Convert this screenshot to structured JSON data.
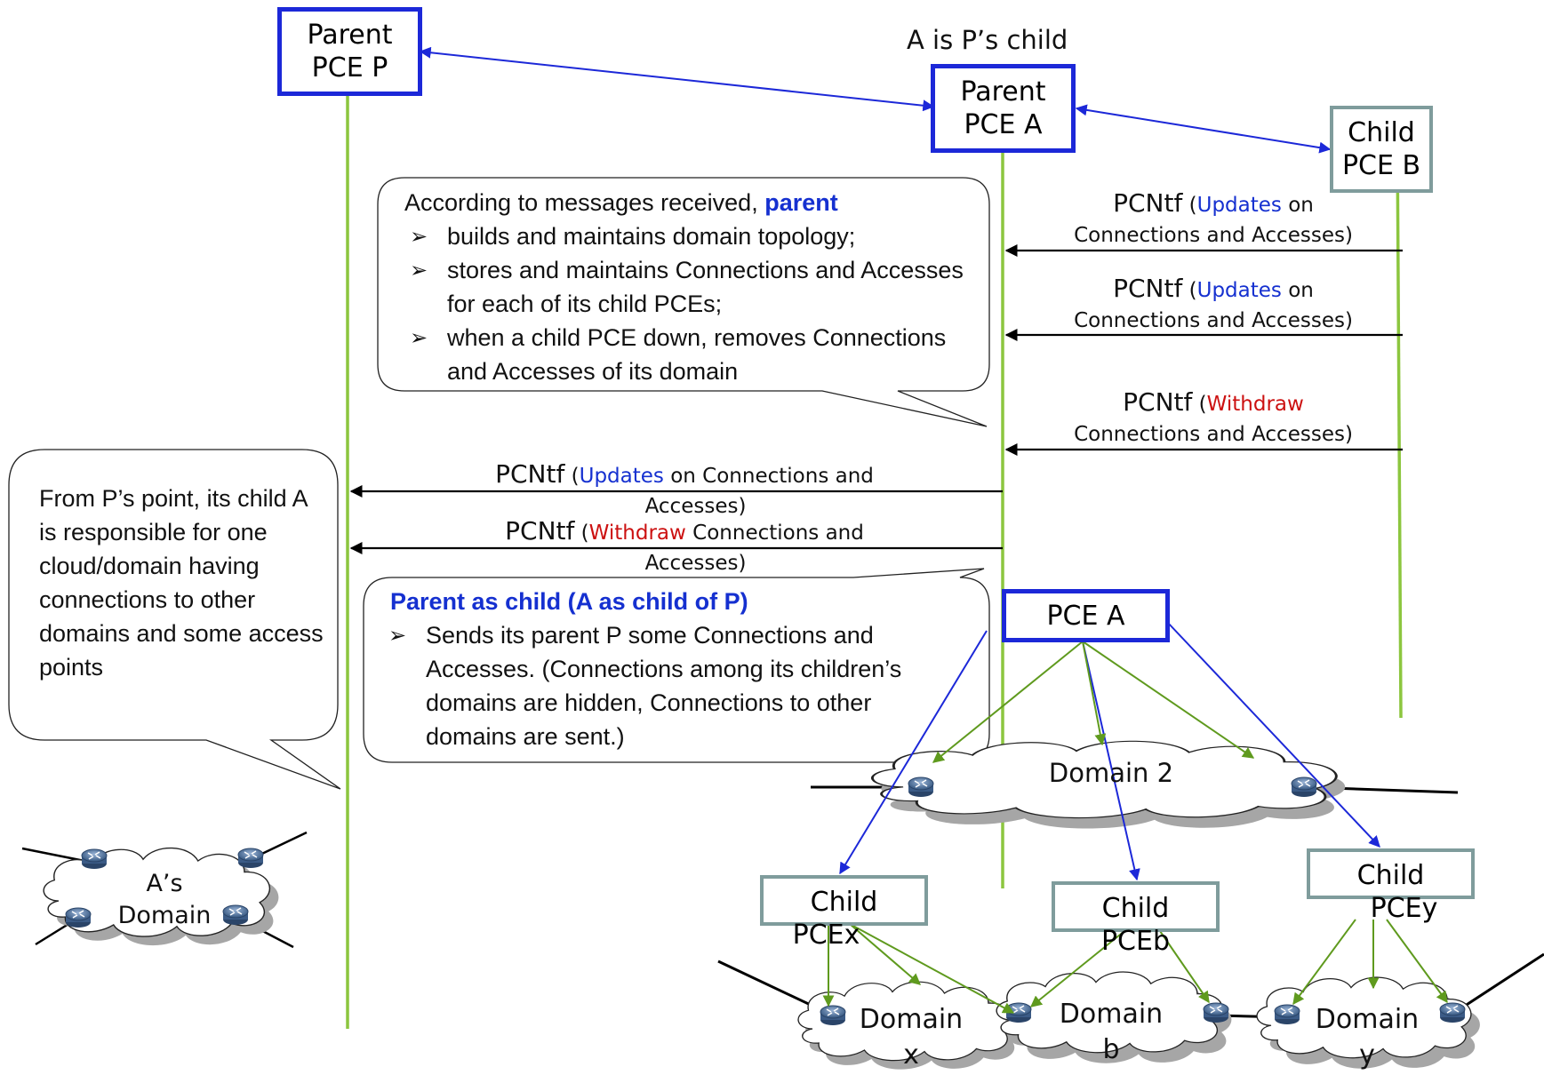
{
  "nodes": {
    "parent_pce_p": {
      "line1": "Parent",
      "line2": "PCE P"
    },
    "parent_pce_a": {
      "line1": "Parent",
      "line2": "PCE A"
    },
    "child_pce_b": {
      "line1": "Child",
      "line2": "PCE B"
    },
    "pce_a": "PCE A",
    "child_pcex": {
      "line1": "Child",
      "line2": "PCEx"
    },
    "child_pceb": {
      "line1": "Child",
      "line2": "PCEb"
    },
    "child_pcey": {
      "line1": "Child",
      "line2": "PCEy"
    }
  },
  "relation_label": "A is P’s child",
  "messages": [
    {
      "name": "PCNtf",
      "open": " (",
      "action": "Updates",
      "rest": " on",
      "line2": "Connections and Accesses)",
      "action_color": "#1530d0"
    },
    {
      "name": "PCNtf",
      "open": " (",
      "action": "Updates",
      "rest": " on",
      "line2": "Connections and Accesses)",
      "action_color": "#1530d0"
    },
    {
      "name": "PCNtf",
      "open": " (",
      "action": "Withdraw",
      "rest": "",
      "line2": "Connections and Accesses)",
      "action_color": "#cc1111"
    },
    {
      "name": "PCNtf",
      "open": " (",
      "action": "Updates",
      "rest": " on Connections and",
      "line2": "Accesses)",
      "action_color": "#1530d0"
    },
    {
      "name": "PCNtf",
      "open": " (",
      "action": "Withdraw",
      "rest": " Connections and",
      "line2": "Accesses)",
      "action_color": "#cc1111"
    }
  ],
  "callout_parent": {
    "intro": "According to messages received, ",
    "emphasis": "parent",
    "items": [
      "builds and maintains domain topology;",
      "stores and maintains Connections and Accesses for each of its child PCEs;",
      "when a child PCE down, removes Connections and Accesses of its domain"
    ]
  },
  "callout_p_view": {
    "text": "From P’s point, its child A is responsible for one cloud/domain having connections to other domains and some access points"
  },
  "callout_parent_as_child": {
    "title": "Parent as child (A as child of P)",
    "items": [
      "Sends its parent P some Connections and Accesses. (Connections among its children’s domains are hidden, Connections to other domains are sent.)"
    ]
  },
  "domains": {
    "a_domain": {
      "line1": "A’s",
      "line2": "Domain"
    },
    "domain_2": "Domain 2",
    "domain_x": {
      "line1": "Domain",
      "line2": "x"
    },
    "domain_b": {
      "line1": "Domain",
      "line2": "b"
    },
    "domain_y": {
      "line1": "Domain",
      "line2": "y"
    }
  },
  "colors": {
    "blue": "#1c28d8",
    "green_line": "#8cc63f",
    "olive_arrow": "#5f9a1e",
    "grey_border": "#7f9c9c",
    "updates_text": "#1530d0",
    "withdraw_text": "#cc1111"
  },
  "icons": [
    "router-icon"
  ]
}
